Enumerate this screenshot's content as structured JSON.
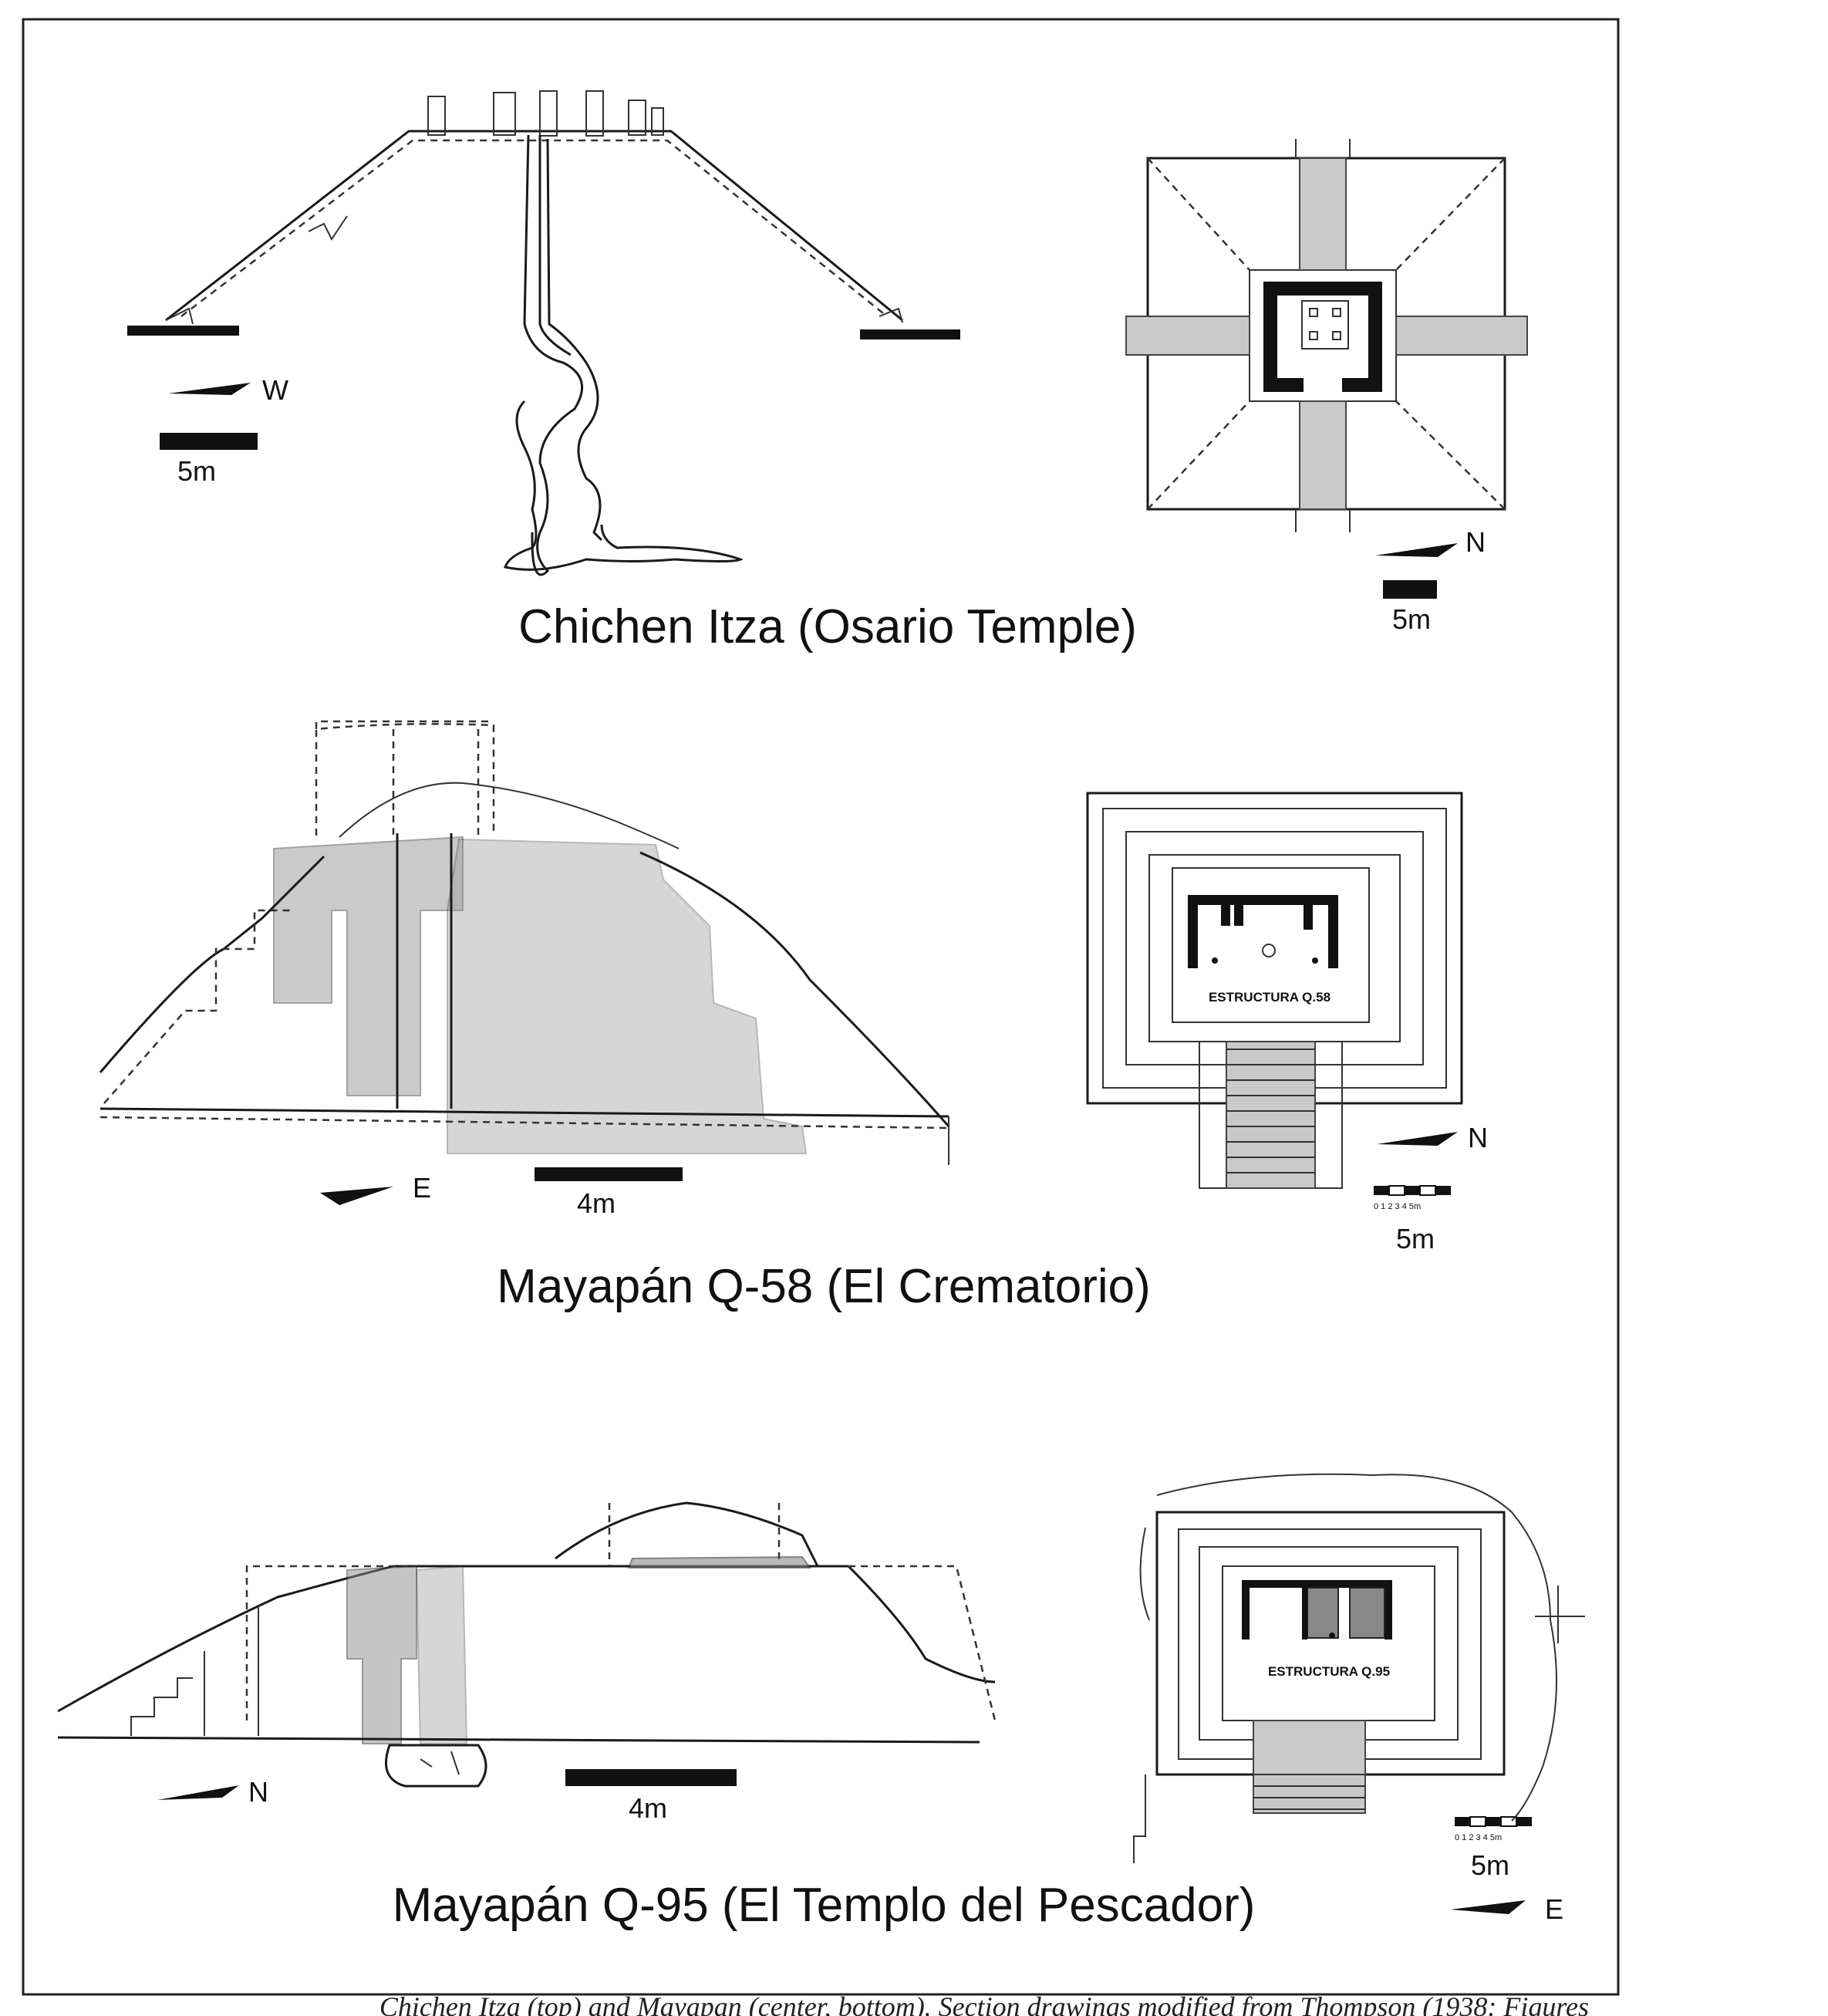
{
  "panels": [
    {
      "title": "Chichen Itza  (Osario Temple)",
      "section": {
        "north_arrow": "W",
        "scale_label": "5m"
      },
      "plan": {
        "north_arrow": "N",
        "scale_label": "5m"
      }
    },
    {
      "title": "Mayapán  Q-58  (El Crematorio)",
      "section": {
        "north_arrow": "E",
        "scale_label": "4m"
      },
      "plan": {
        "north_arrow": "N",
        "scale_label": "5m",
        "structure_label": "ESTRUCTURA Q.58",
        "scale_ticks": "0 1 2 3 4 5m"
      }
    },
    {
      "title": "Mayapán  Q-95  (El Templo del Pescador)",
      "section": {
        "north_arrow": "N",
        "scale_label": "4m"
      },
      "plan": {
        "north_arrow": "E",
        "scale_label": "5m",
        "structure_label": "ESTRUCTURA Q.95",
        "scale_ticks": "0 1 2 3 4 5m"
      }
    }
  ],
  "caption": "Chichen Itza (top) and Mayapan (center, bottom). Section drawings modified from Thompson (1938: Figures"
}
